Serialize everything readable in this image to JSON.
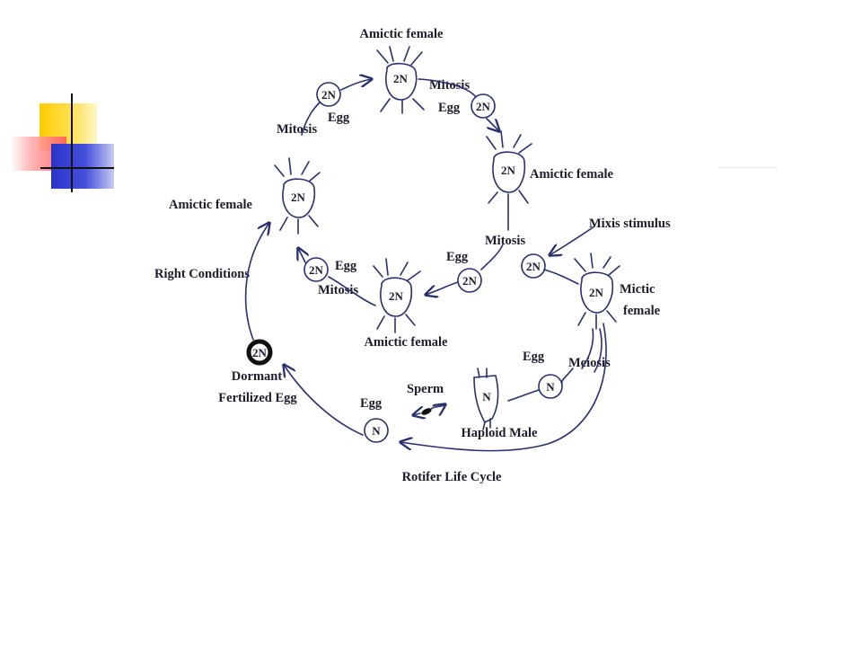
{
  "diagram": {
    "caption": "Rotifer Life Cycle",
    "ploidy_2n": "2N",
    "ploidy_n": "N",
    "labels": {
      "amictic_female_top": "Amictic female",
      "amictic_female_right": "Amictic female",
      "amictic_female_left": "Amictic female",
      "amictic_female_bottom": "Amictic female",
      "mitosis_top_right": "Mitosis",
      "egg_top_right": "Egg",
      "mitosis_top_left": "Mitosis",
      "egg_top_left": "Egg",
      "mitosis_center": "Mitosis",
      "egg_center": "Egg",
      "egg_center_left": "Egg",
      "mitosis_center_left": "Mitosis",
      "mixis_stimulus": "Mixis stimulus",
      "mictic_female_line1": "Mictic",
      "mictic_female_line2": "female",
      "meiosis": "Meiosis",
      "egg_meiosis": "Egg",
      "sperm": "Sperm",
      "haploid_male": "Haploid Male",
      "egg_haploid": "Egg",
      "dormant_line1": "Dormant",
      "dormant_line2": "Fertilized Egg",
      "right_conditions": "Right Conditions"
    }
  }
}
